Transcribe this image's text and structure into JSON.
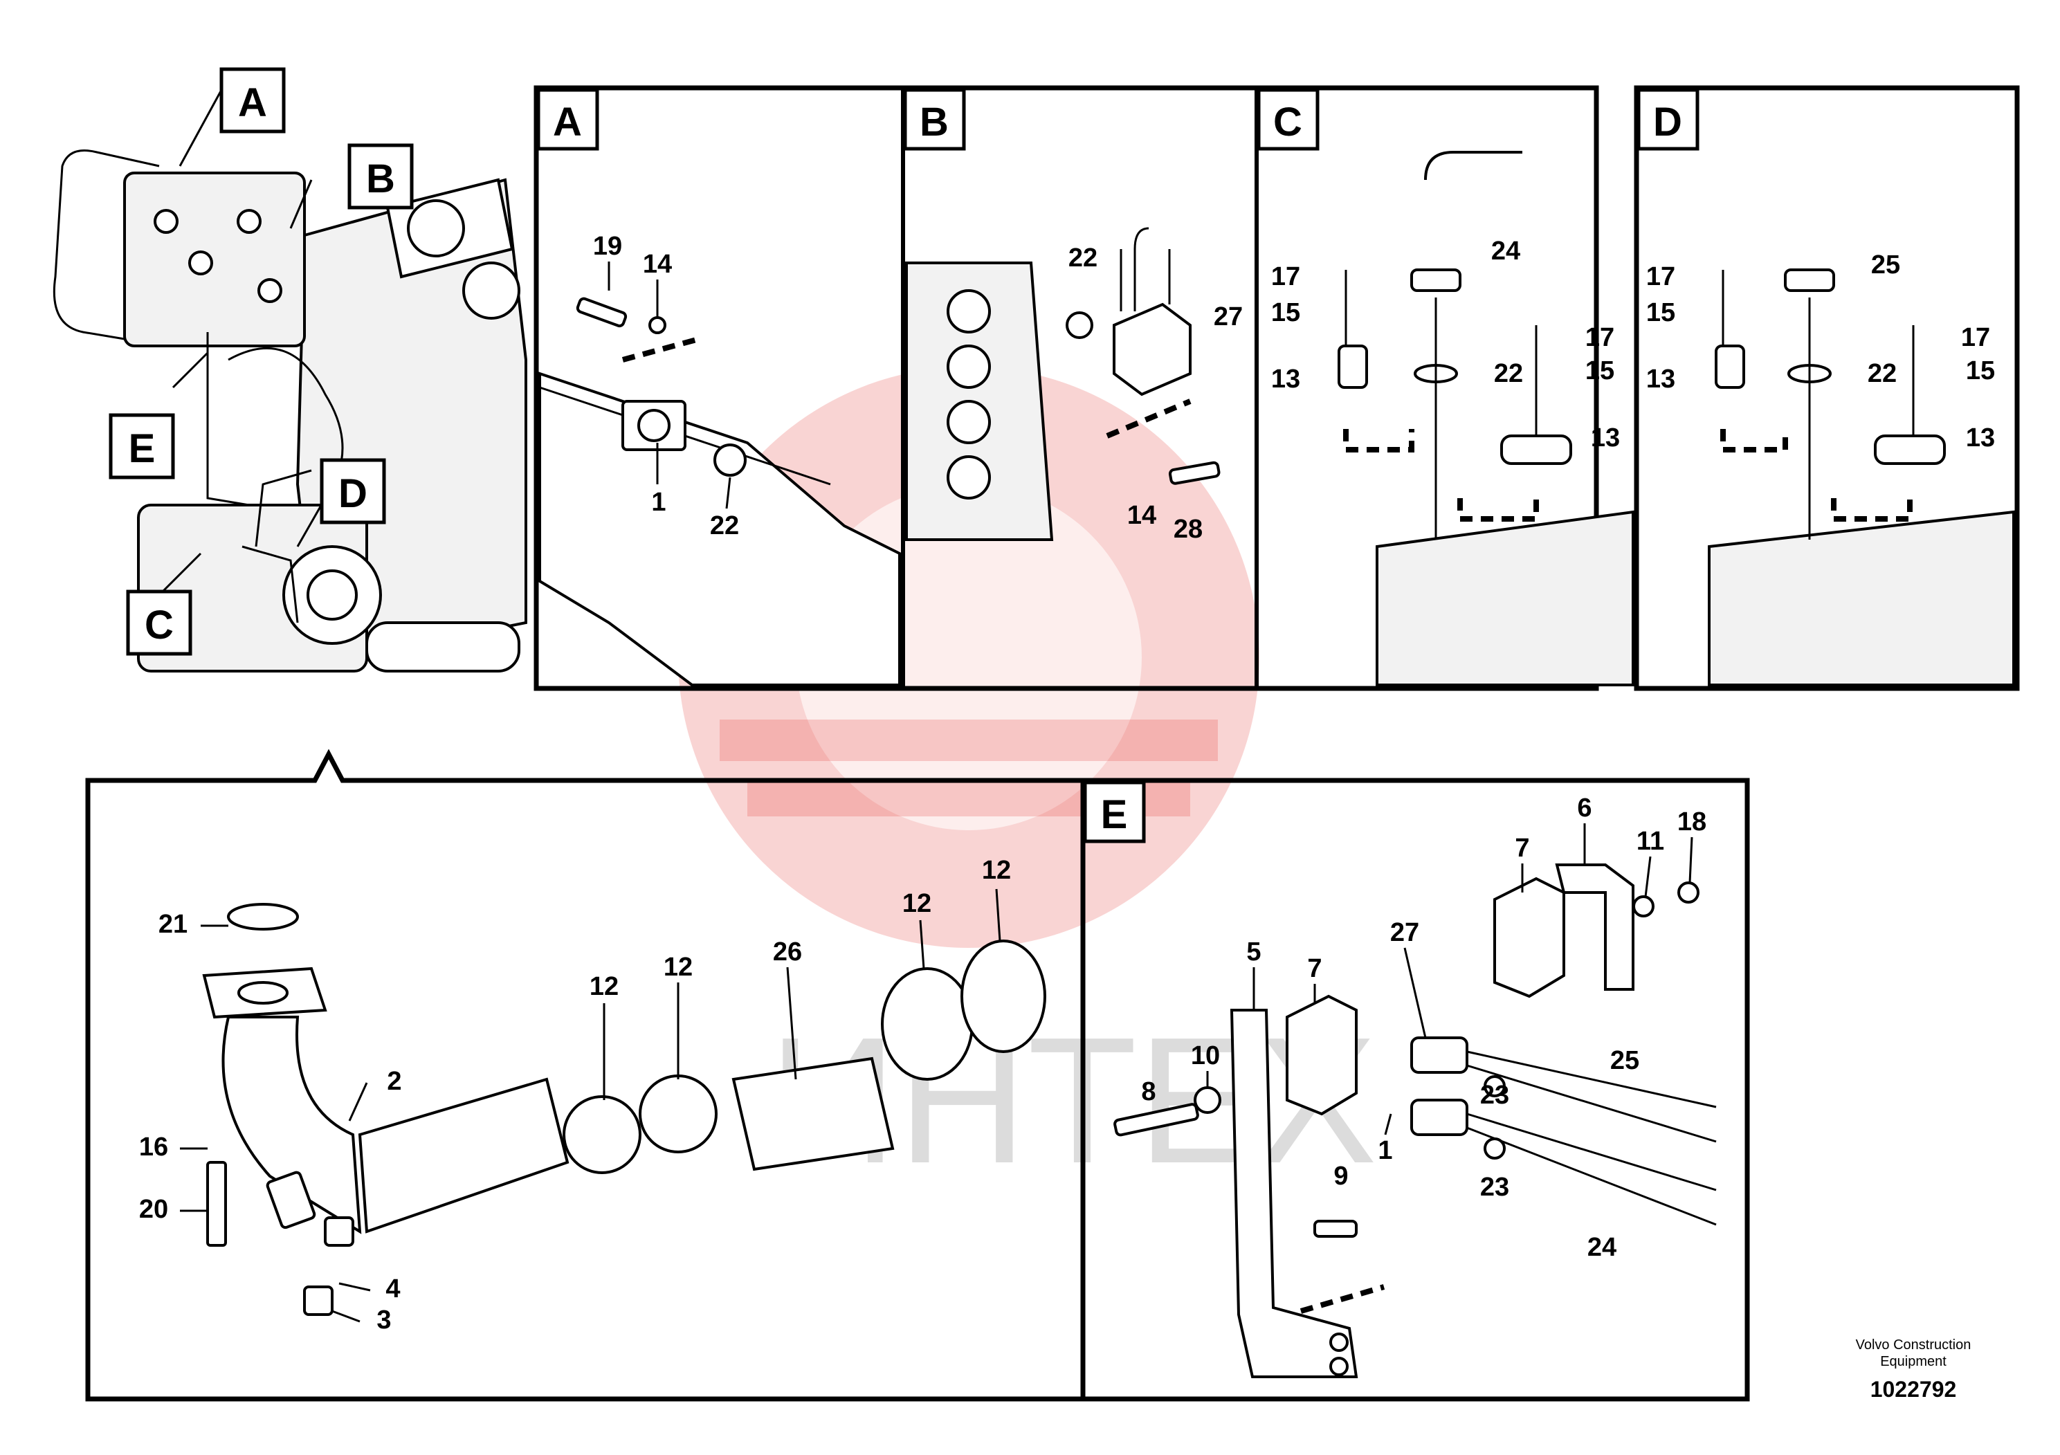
{
  "callouts": {
    "overview": [
      "A",
      "B",
      "E",
      "D",
      "C"
    ]
  },
  "panels": {
    "A": {
      "letter": "A",
      "labels": [
        "19",
        "14",
        "1",
        "22"
      ]
    },
    "B": {
      "letter": "B",
      "labels": [
        "22",
        "27",
        "14",
        "28"
      ]
    },
    "C": {
      "letter": "C",
      "labels": [
        "17",
        "15",
        "13",
        "24",
        "22",
        "17",
        "15",
        "13"
      ]
    },
    "D": {
      "letter": "D",
      "labels": [
        "17",
        "15",
        "13",
        "25",
        "22",
        "17",
        "15",
        "13"
      ]
    },
    "main": {
      "labels": [
        "21",
        "2",
        "16",
        "20",
        "4",
        "3",
        "12",
        "12",
        "26",
        "12",
        "12"
      ]
    },
    "E": {
      "letter": "E",
      "labels": [
        "5",
        "7",
        "27",
        "7",
        "6",
        "11",
        "18",
        "8",
        "10",
        "1",
        "23",
        "25",
        "23",
        "24",
        "9"
      ]
    }
  },
  "watermark": {
    "text": "ИНТЕХ",
    "color": "#e53935"
  },
  "footer": {
    "company_line1": "Volvo Construction",
    "company_line2": "Equipment",
    "drawing_number": "1022792"
  }
}
